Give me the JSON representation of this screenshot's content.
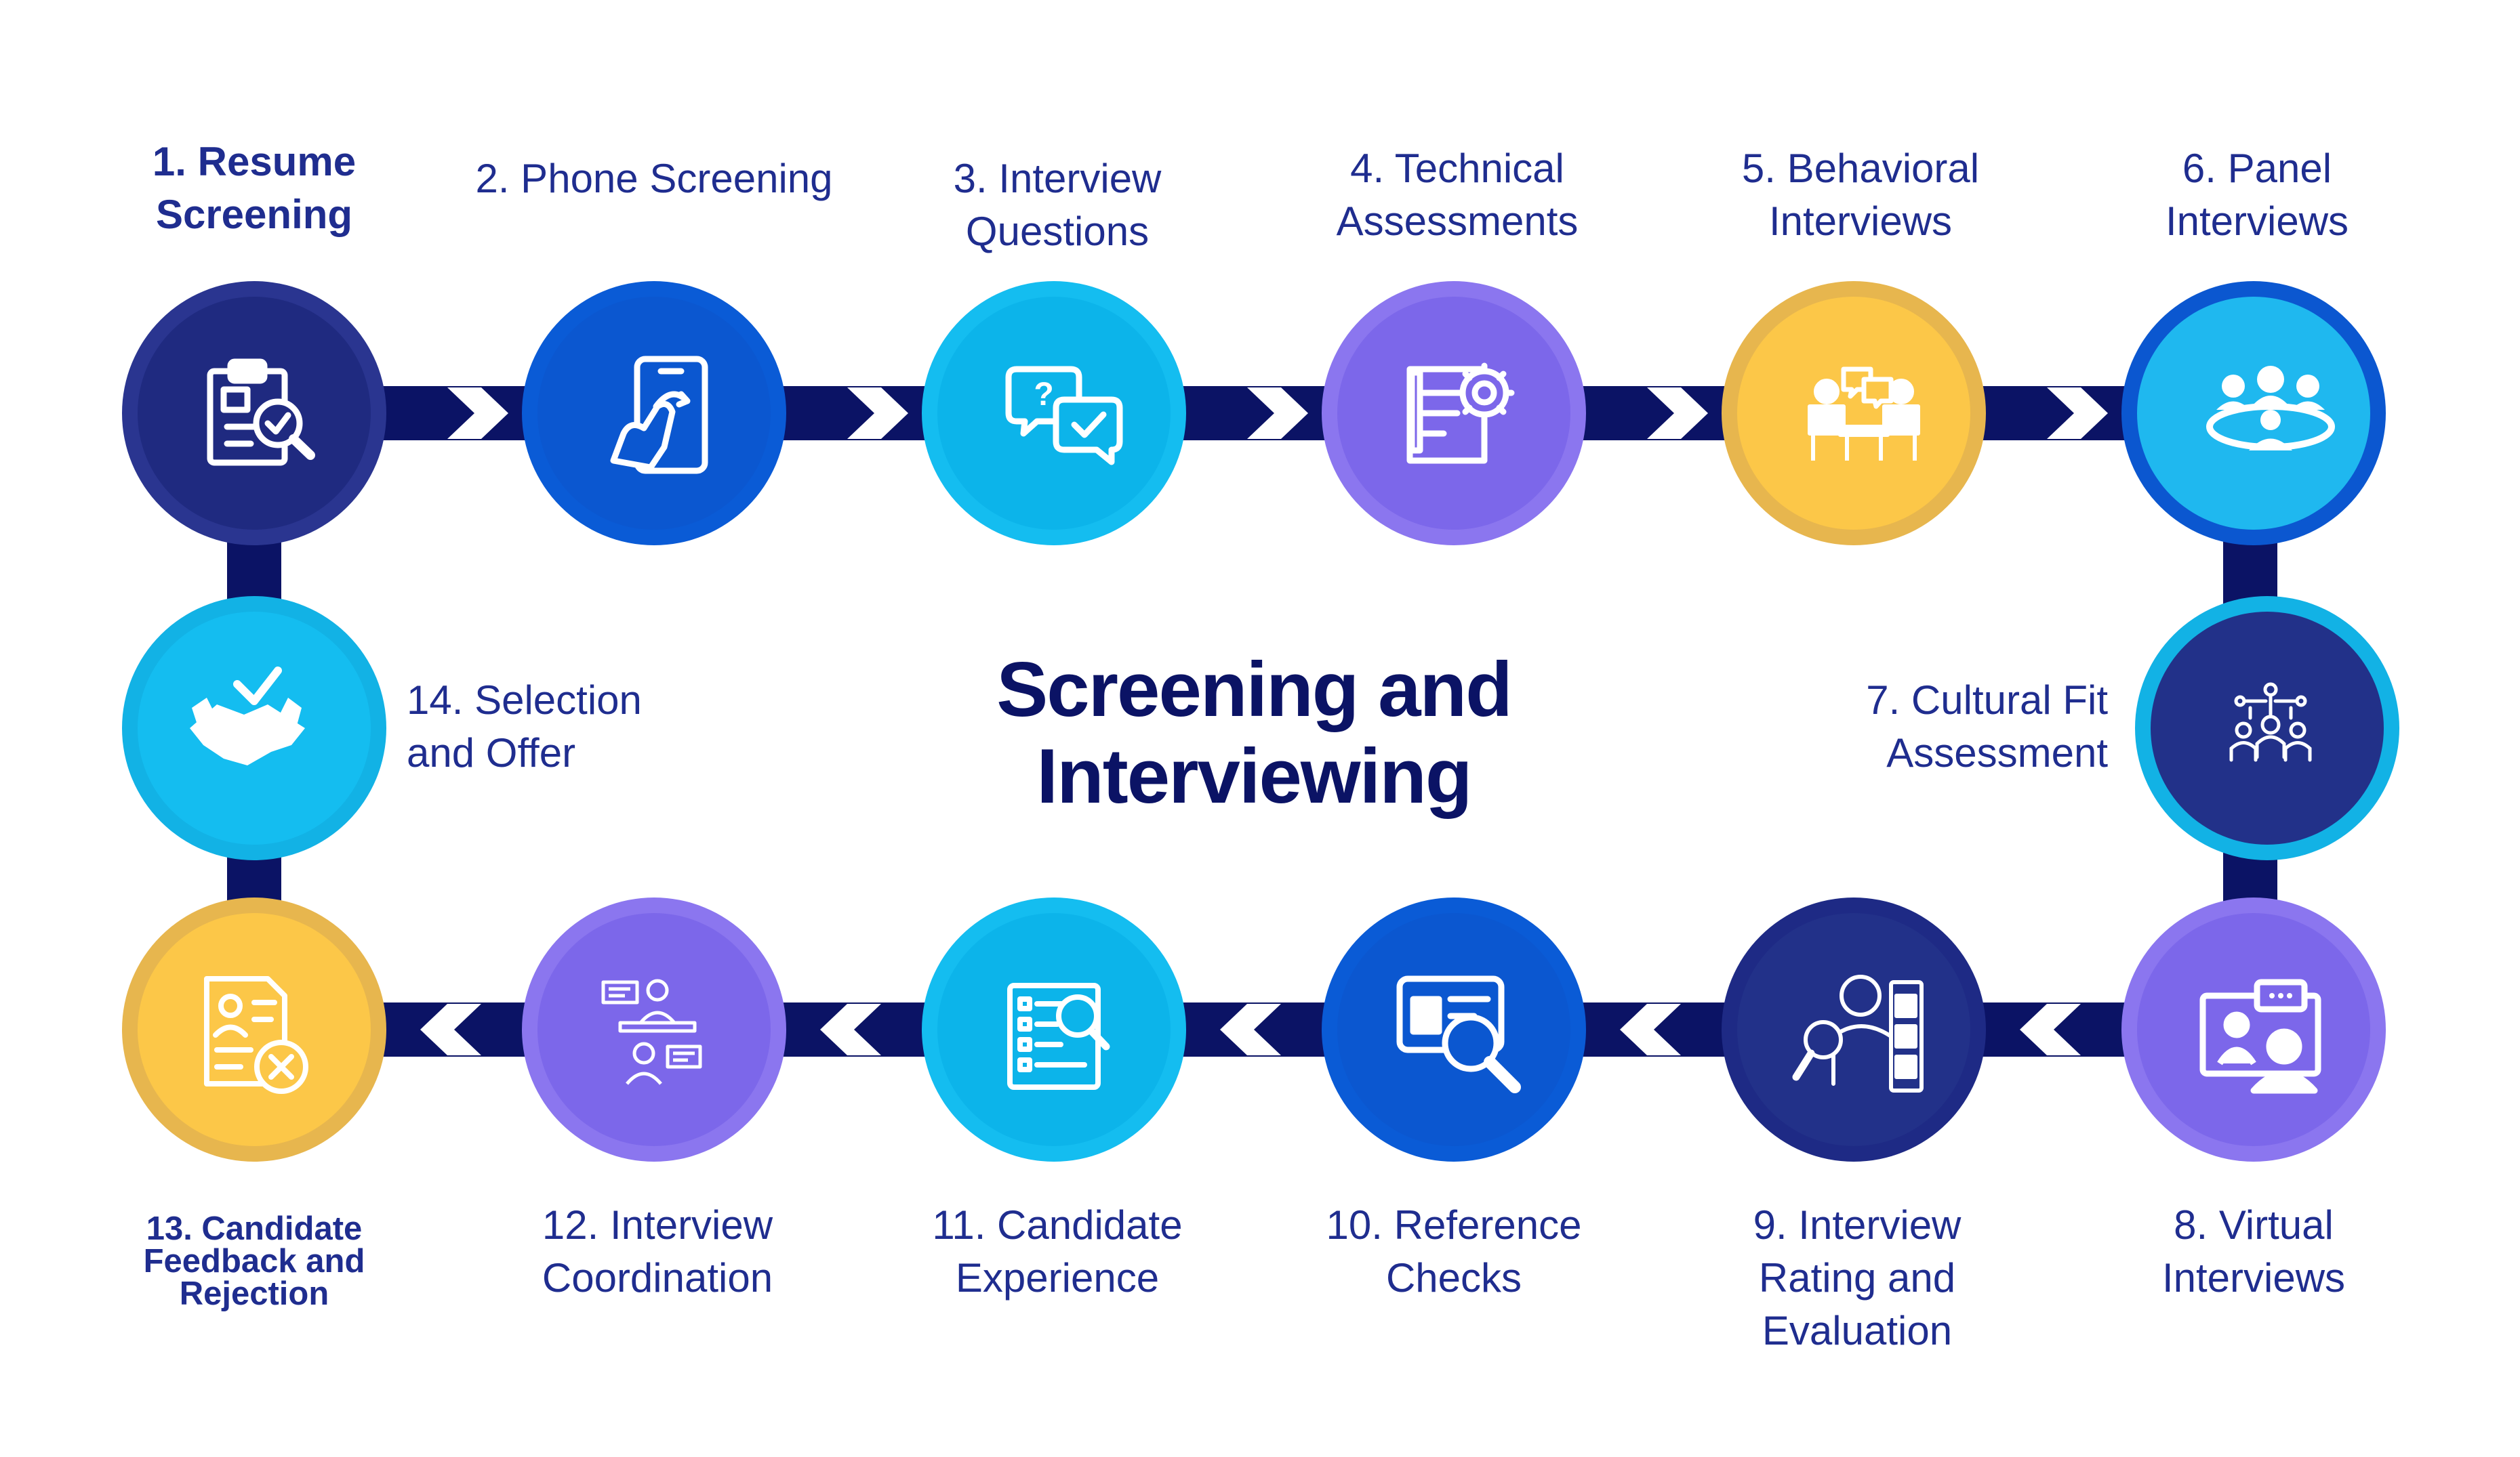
{
  "title": {
    "line1": "Screening and",
    "line2": "Interviewing"
  },
  "steps": [
    {
      "lines": [
        "1. Resume",
        "Screening"
      ],
      "icon": "clipboard-search-icon",
      "outer": "#2a3590",
      "inner": "#1f2a80"
    },
    {
      "lines": [
        "2. Phone Screening"
      ],
      "icon": "phone-tap-icon",
      "outer": "#0a5bd6",
      "inner": "#0b57d0"
    },
    {
      "lines": [
        "3. Interview",
        "Questions"
      ],
      "icon": "chat-question-icon",
      "outer": "#14bdf0",
      "inner": "#0cb4ea"
    },
    {
      "lines": [
        "4. Technical",
        "Assessments"
      ],
      "icon": "checklist-gear-icon",
      "outer": "#8b76ef",
      "inner": "#7c67ea"
    },
    {
      "lines": [
        "5. Behavioral",
        "Interviews"
      ],
      "icon": "interview-table-icon",
      "outer": "#e7b64e",
      "inner": "#fcc748"
    },
    {
      "lines": [
        "6. Panel",
        "Interviews"
      ],
      "icon": "panel-group-icon",
      "outer": "#0b57d0",
      "inner": "#1fb8ef"
    },
    {
      "lines": [
        "7. Cultural Fit",
        "Assessment"
      ],
      "icon": "team-network-icon",
      "outer": "#12b2e5",
      "inner": "#223189"
    },
    {
      "lines": [
        "8. Virtual",
        "Interviews"
      ],
      "icon": "video-call-icon",
      "outer": "#8b76ef",
      "inner": "#7c67ea"
    },
    {
      "lines": [
        "9. Interview",
        "Rating and",
        "Evaluation"
      ],
      "icon": "evaluation-magnifier-icon",
      "outer": "#1e2a85",
      "inner": "#223189"
    },
    {
      "lines": [
        "10. Reference",
        "Checks"
      ],
      "icon": "id-card-search-icon",
      "outer": "#0a5bd6",
      "inner": "#0b57d0"
    },
    {
      "lines": [
        "11. Candidate",
        "Experience"
      ],
      "icon": "document-magnifier-icon",
      "outer": "#14bdf0",
      "inner": "#0cb4ea"
    },
    {
      "lines": [
        "12. Interview",
        "Coordination"
      ],
      "icon": "coordination-people-icon",
      "outer": "#8b76ef",
      "inner": "#7c67ea"
    },
    {
      "lines": [
        "13. Candidate",
        "Feedback and",
        "Rejection"
      ],
      "icon": "resume-reject-icon",
      "outer": "#e7b64e",
      "inner": "#fcc748"
    },
    {
      "lines": [
        "14. Selection",
        "and Offer"
      ],
      "icon": "handshake-check-icon",
      "outer": "#12b2e5",
      "inner": "#14bdf0"
    }
  ]
}
